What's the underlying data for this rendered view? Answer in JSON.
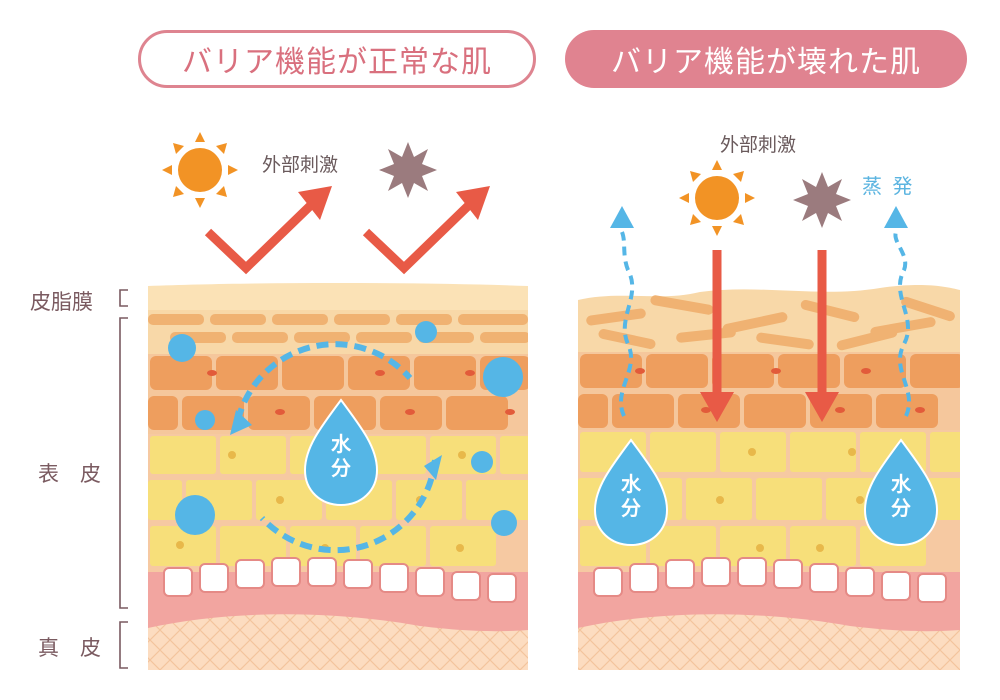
{
  "headings": {
    "normal": "バリア機能が正常な肌",
    "broken": "バリア機能が壊れた肌"
  },
  "layers": {
    "sebum_membrane": "皮脂膜",
    "epidermis": "表　皮",
    "dermis": "真　皮"
  },
  "annotations": {
    "external_stimulus_left": "外部刺激",
    "external_stimulus_right": "外部刺激",
    "evaporation": "蒸 発"
  },
  "droplets": {
    "line1": "水",
    "line2": "分"
  },
  "icons": [
    "sun-icon",
    "allergen-icon",
    "water-drop-icon",
    "reflect-arrow-icon",
    "penetrate-arrow-icon",
    "evaporation-arrow-icon",
    "circulation-arrow-icon"
  ],
  "colors": {
    "heading_border": "#de8490",
    "heading_fill": "#e08390",
    "arrow_red": "#e85a46",
    "water_blue": "#55b6e6",
    "sun_orange": "#f29325",
    "allergen": "#9b7b7e",
    "stratum_corneum": "#f0b272",
    "granular_layer": "#f7df7a",
    "basal_layer": "#f2a5a0",
    "dermis": "#fcdcc0"
  }
}
